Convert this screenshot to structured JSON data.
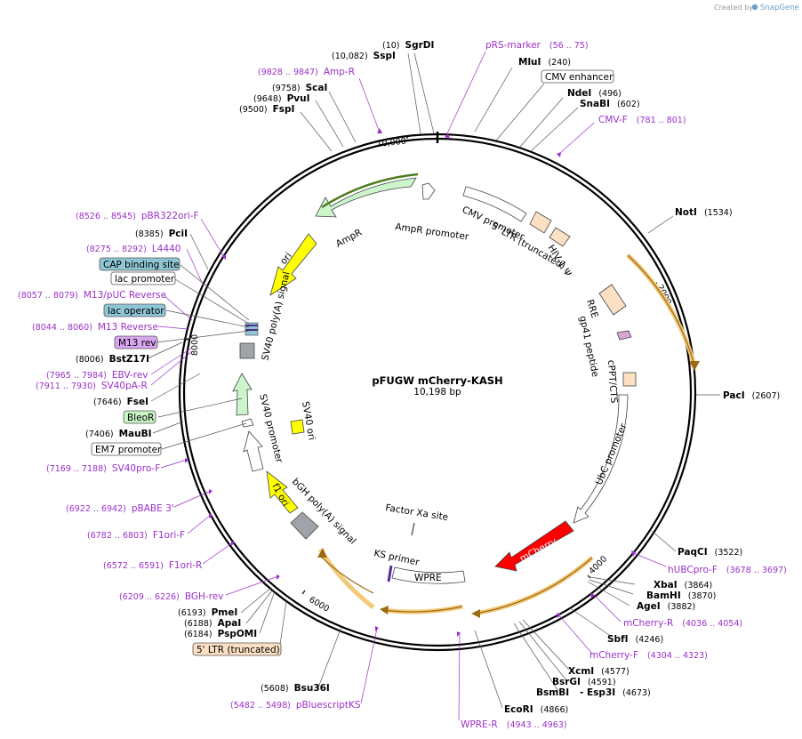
{
  "credit": {
    "prefix": "Created by",
    "brand": "SnapGene"
  },
  "plasmid": {
    "name": "pFUGW mCherry-KASH",
    "length": "10,198 bp"
  },
  "ticks": [
    {
      "label": "2000"
    },
    {
      "label": "4000"
    },
    {
      "label": "6000"
    },
    {
      "label": "8000"
    },
    {
      "label": "10,000"
    }
  ],
  "enzymes": [
    {
      "name": "SgrDI",
      "pos": "(10)"
    },
    {
      "name": "SspI",
      "pos": "(10,082)"
    },
    {
      "name": "MluI",
      "pos": "(240)"
    },
    {
      "name": "NdeI",
      "pos": "(496)"
    },
    {
      "name": "SnaBI",
      "pos": "(602)"
    },
    {
      "name": "ScaI",
      "pos": "(9758)"
    },
    {
      "name": "PvuI",
      "pos": "(9648)"
    },
    {
      "name": "FspI",
      "pos": "(9500)"
    },
    {
      "name": "NotI",
      "pos": "(1534)"
    },
    {
      "name": "PciI",
      "pos": "(8385)"
    },
    {
      "name": "BstZ17I",
      "pos": "(8006)"
    },
    {
      "name": "FseI",
      "pos": "(7646)"
    },
    {
      "name": "MauBI",
      "pos": "(7406)"
    },
    {
      "name": "PacI",
      "pos": "(2607)"
    },
    {
      "name": "PaqCI",
      "pos": "(3522)"
    },
    {
      "name": "XbaI",
      "pos": "(3864)"
    },
    {
      "name": "BamHI",
      "pos": "(3870)"
    },
    {
      "name": "AgeI",
      "pos": "(3882)"
    },
    {
      "name": "SbfI",
      "pos": "(4246)"
    },
    {
      "name": "XcmI",
      "pos": "(4577)"
    },
    {
      "name": "BsrGI",
      "pos": "(4591)"
    },
    {
      "name": "BsmBI",
      "pos": ""
    },
    {
      "name": "- Esp3I",
      "pos": "(4673)"
    },
    {
      "name": "EcoRI",
      "pos": "(4866)"
    },
    {
      "name": "PmeI",
      "pos": "(6193)"
    },
    {
      "name": "ApaI",
      "pos": "(6188)"
    },
    {
      "name": "PspOMI",
      "pos": "(6184)"
    },
    {
      "name": "Bsu36I",
      "pos": "(5608)"
    }
  ],
  "primers": [
    {
      "name": "pRS-marker",
      "pos": "(56 .. 75)"
    },
    {
      "name": "Amp-R",
      "pos": "(9828 .. 9847)"
    },
    {
      "name": "CMV-F",
      "pos": "(781 .. 801)"
    },
    {
      "name": "pBR322ori-F",
      "pos": "(8526 .. 8545)"
    },
    {
      "name": "L4440",
      "pos": "(8275 .. 8292)"
    },
    {
      "name": "M13/pUC Reverse",
      "pos": "(8057 .. 8079)"
    },
    {
      "name": "M13 Reverse",
      "pos": "(8044 .. 8060)"
    },
    {
      "name": "EBV-rev",
      "pos": "(7965 .. 7984)"
    },
    {
      "name": "SV40pA-R",
      "pos": "(7911 .. 7930)"
    },
    {
      "name": "SV40pro-F",
      "pos": "(7169 .. 7188)"
    },
    {
      "name": "pBABE 3'",
      "pos": "(6922 .. 6942)"
    },
    {
      "name": "F1ori-F",
      "pos": "(6782 .. 6803)"
    },
    {
      "name": "F1ori-R",
      "pos": "(6572 .. 6591)"
    },
    {
      "name": "BGH-rev",
      "pos": "(6209 .. 6226)"
    },
    {
      "name": "hUBCpro-F",
      "pos": "(3678 .. 3697)"
    },
    {
      "name": "mCherry-R",
      "pos": "(4036 .. 4054)"
    },
    {
      "name": "mCherry-F",
      "pos": "(4304 .. 4323)"
    },
    {
      "name": "pBluescriptKS",
      "pos": "(5482 .. 5498)"
    },
    {
      "name": "WPRE-R",
      "pos": "(4943 .. 4963)"
    }
  ],
  "boxed_labels": [
    {
      "text": "CMV enhancer",
      "fill": "#ffffff"
    },
    {
      "text": "CAP binding site",
      "fill": "#8ec6d6"
    },
    {
      "text": "lac promoter",
      "fill": "#ffffff"
    },
    {
      "text": "lac operator",
      "fill": "#8ec6d6"
    },
    {
      "text": "M13 rev",
      "fill": "#d9a6f0"
    },
    {
      "text": "BleoR",
      "fill": "#c9f5c4"
    },
    {
      "text": "EM7 promoter",
      "fill": "#ffffff"
    },
    {
      "text": "5' LTR (truncated)",
      "fill": "#fbe0c4"
    }
  ],
  "features": [
    {
      "text": "AmpR"
    },
    {
      "text": "AmpR promoter"
    },
    {
      "text": "CMV promoter"
    },
    {
      "text": "5' LTR (truncated)"
    },
    {
      "text": "HIV-1 Ψ"
    },
    {
      "text": "ori"
    },
    {
      "text": "SV40 poly(A) signal"
    },
    {
      "text": "RRE"
    },
    {
      "text": "gp41 peptide"
    },
    {
      "text": "cPPT/CTS"
    },
    {
      "text": "UbC promoter"
    },
    {
      "text": "mCherry"
    },
    {
      "text": "SV40 ori"
    },
    {
      "text": "SV40 promoter"
    },
    {
      "text": "f1 ori"
    },
    {
      "text": "bGH poly(A) signal"
    },
    {
      "text": "Factor Xa site"
    },
    {
      "text": "KS primer"
    },
    {
      "text": "WPRE"
    }
  ],
  "colors": {
    "ori": "#ffff00",
    "ampr": "#ccf5cc",
    "promoter": "#ffffff",
    "mcherry": "#ff0000",
    "ltr": "#fbe0c4",
    "orf_outline": "#e8a838",
    "polya": "#a0a4a8",
    "primer": "#9b30c9"
  }
}
